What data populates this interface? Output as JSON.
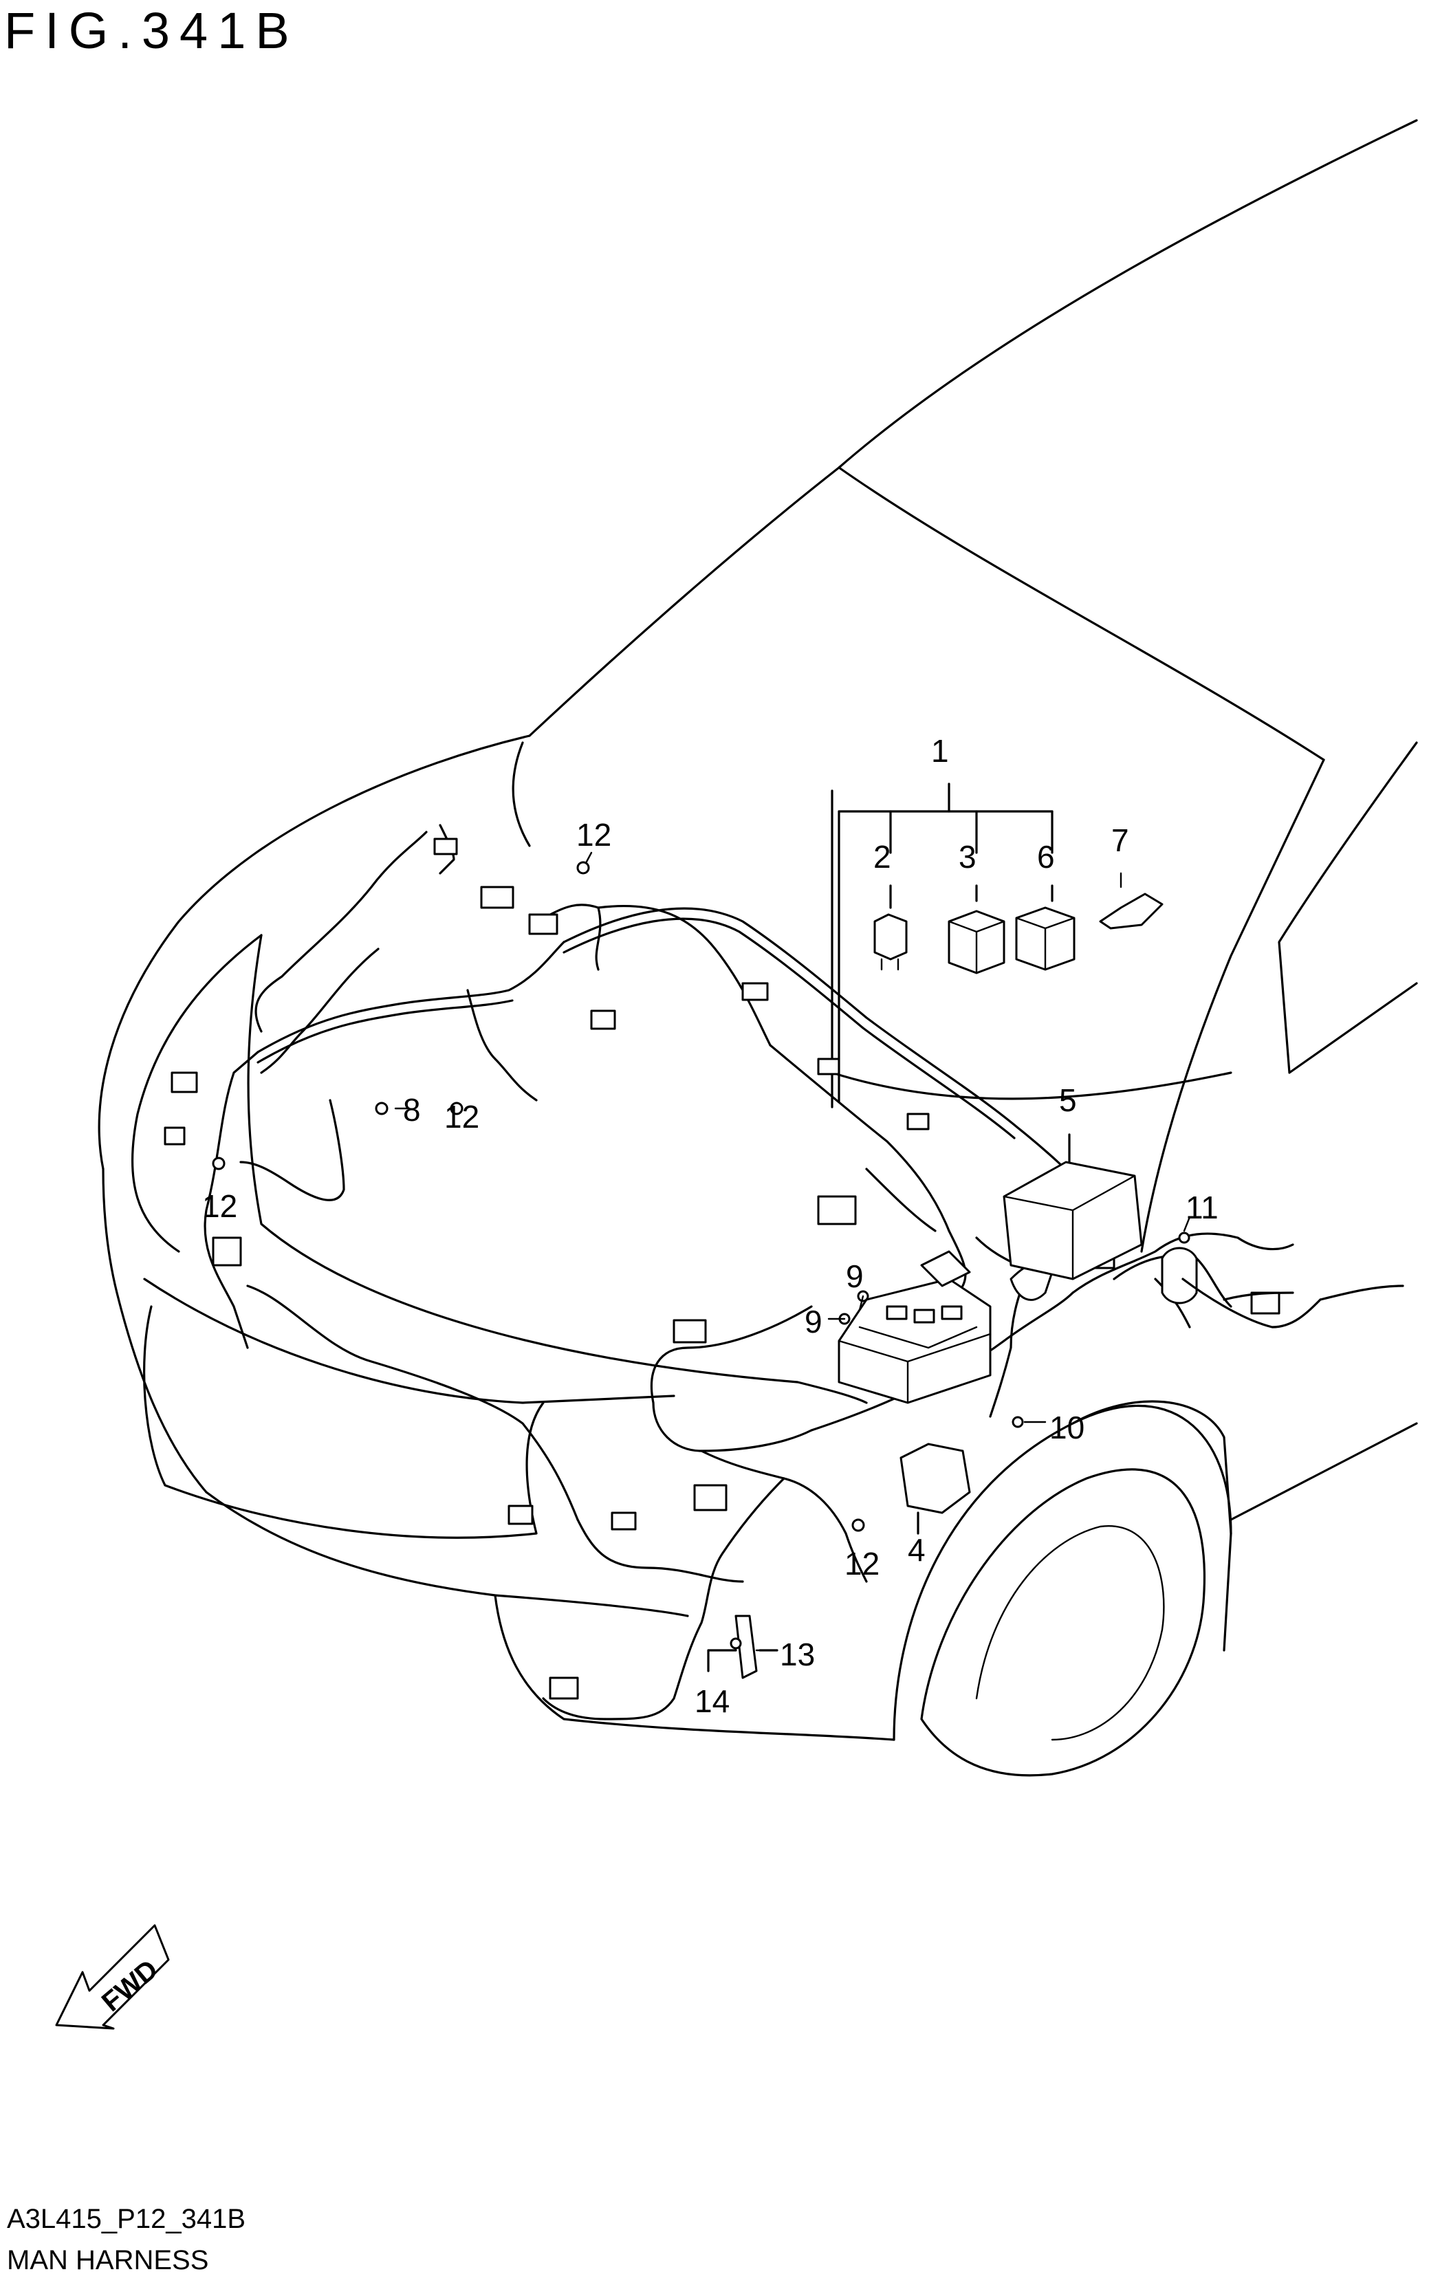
{
  "figure": {
    "title": "FIG.341B"
  },
  "footer": {
    "code": "A3L415_P12_341B",
    "name": "MAN HARNESS"
  },
  "fwd_label": "FWD",
  "callouts": {
    "c1": "1",
    "c2": "2",
    "c3": "3",
    "c4": "4",
    "c5": "5",
    "c6": "6",
    "c7": "7",
    "c8": "8",
    "c9a": "9",
    "c9b": "9",
    "c10": "10",
    "c11": "11",
    "c12a": "12",
    "c12b": "12",
    "c12c": "12",
    "c12d": "12",
    "c13": "13",
    "c14": "14"
  }
}
